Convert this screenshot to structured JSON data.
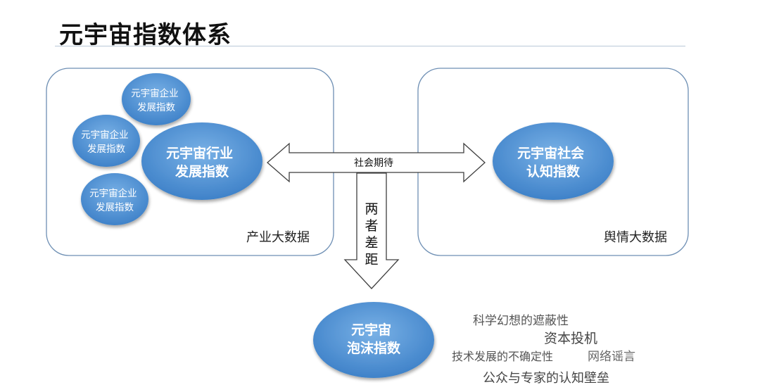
{
  "title": "元宇宙指数体系",
  "panels": {
    "industry_label": "产业大数据",
    "opinion_label": "舆情大数据"
  },
  "nodes": {
    "enterprise_1": [
      "元宇宙企业",
      "发展指数"
    ],
    "enterprise_2": [
      "元宇宙企业",
      "发展指数"
    ],
    "enterprise_3": [
      "元宇宙企业",
      "发展指数"
    ],
    "industry": [
      "元宇宙行业",
      "发展指数"
    ],
    "social": [
      "元宇宙社会",
      "认知指数"
    ],
    "bubble": [
      "元宇宙",
      "泡沫指数"
    ]
  },
  "arrows": {
    "expectation_label": "社会期待",
    "gap_label": [
      "两",
      "者",
      "差",
      "距"
    ]
  },
  "factors": [
    "科学幻想的遮蔽性",
    "资本投机",
    "技术发展的不确定性",
    "网络谣言",
    "公众与专家的认知壁垒"
  ],
  "colors": {
    "bubble_fill": "#4d8fd1",
    "bubble_highlight": "#79b1e6",
    "panel_border": "#6e8fb4",
    "arrow_stroke": "#3f3f3f",
    "factor_text": "#555555"
  }
}
